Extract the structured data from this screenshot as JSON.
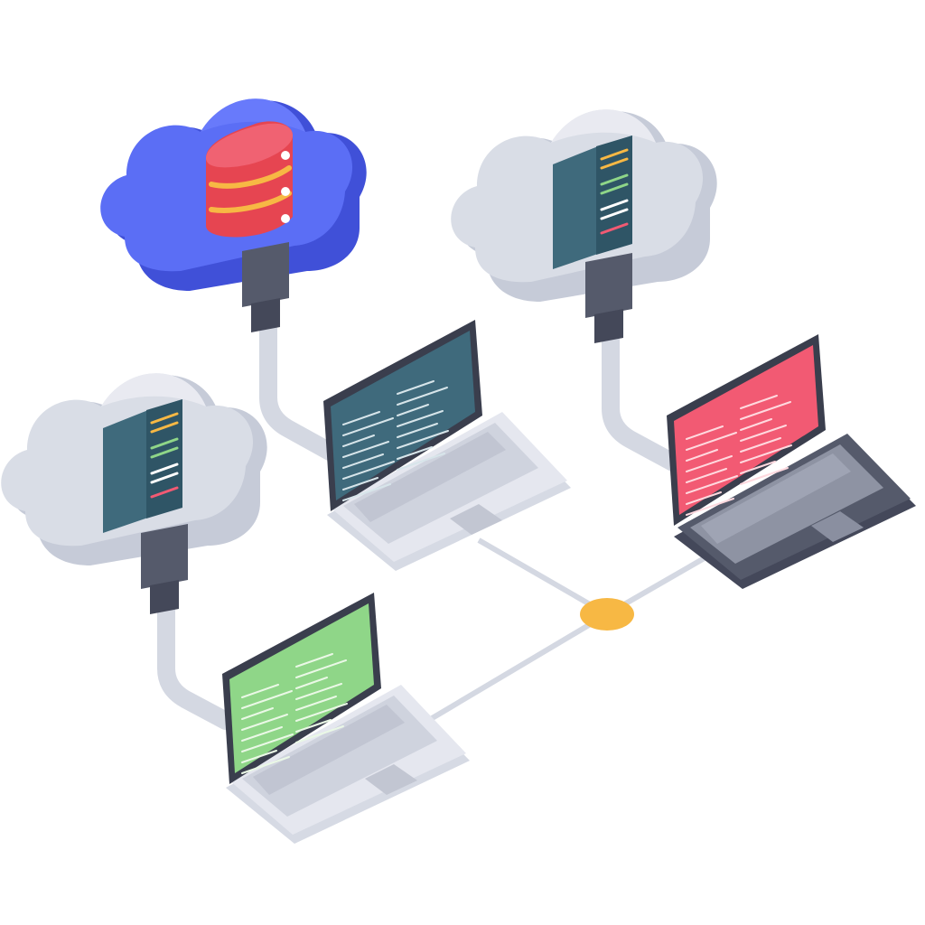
{
  "colors": {
    "background": "#ffffff",
    "cloud_blue": "#5b6ef5",
    "cloud_grey": "#d9dde6",
    "cable": "#d4d8e2",
    "plug": "#555a6b",
    "hub": "#f7b844",
    "screen_teal": "#3f6a7c",
    "screen_green": "#8fd688",
    "screen_red": "#f25a73",
    "database": "#e64551",
    "laptop_light": "#e5e7ef",
    "laptop_dark": "#555a6b"
  },
  "nodes": {
    "clouds": [
      {
        "name": "cloud-database",
        "style": "blue",
        "icon": "database-icon"
      },
      {
        "name": "cloud-server-right",
        "style": "grey",
        "icon": "server-rack-icon"
      },
      {
        "name": "cloud-server-left",
        "style": "grey",
        "icon": "server-rack-icon"
      }
    ],
    "laptops": [
      {
        "name": "laptop-teal",
        "screen": "teal",
        "body": "light"
      },
      {
        "name": "laptop-red",
        "screen": "red",
        "body": "dark"
      },
      {
        "name": "laptop-green",
        "screen": "green",
        "body": "light"
      }
    ],
    "hub": {
      "name": "network-hub",
      "icon": "hub-node-icon"
    }
  },
  "links": [
    {
      "from": "cloud-database",
      "to": "laptop-teal"
    },
    {
      "from": "cloud-server-right",
      "to": "laptop-red"
    },
    {
      "from": "cloud-server-left",
      "to": "laptop-green"
    },
    {
      "from": "laptop-teal",
      "to": "network-hub"
    },
    {
      "from": "laptop-red",
      "to": "network-hub"
    },
    {
      "from": "laptop-green",
      "to": "network-hub"
    }
  ]
}
